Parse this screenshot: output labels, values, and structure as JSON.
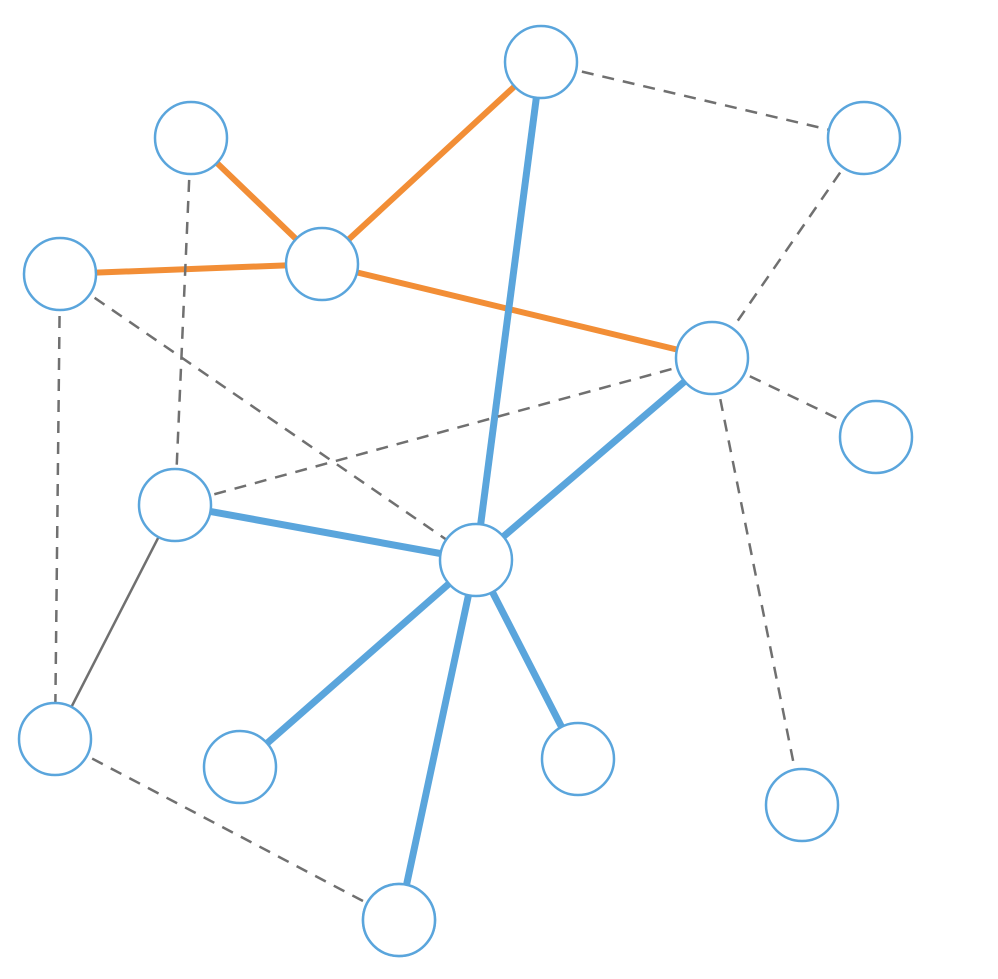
{
  "graph": {
    "colors": {
      "node_stroke": "#5aa5dc",
      "node_fill": "#ffffff",
      "orange_edge": "#f28e36",
      "blue_edge": "#5aa5dc",
      "gray_edge": "#707070"
    },
    "nodes": [
      {
        "id": "n1"
      },
      {
        "id": "n2"
      },
      {
        "id": "n3"
      },
      {
        "id": "n4"
      },
      {
        "id": "n5"
      },
      {
        "id": "n6"
      },
      {
        "id": "n7"
      },
      {
        "id": "n8"
      },
      {
        "id": "n9"
      },
      {
        "id": "n10"
      },
      {
        "id": "n11"
      },
      {
        "id": "n12"
      },
      {
        "id": "n13"
      },
      {
        "id": "n14"
      },
      {
        "id": "n15"
      }
    ],
    "edges": [
      {
        "from": "n2",
        "to": "n5",
        "style": "orange"
      },
      {
        "from": "n4",
        "to": "n5",
        "style": "orange"
      },
      {
        "from": "n5",
        "to": "n1",
        "style": "orange"
      },
      {
        "from": "n5",
        "to": "n6",
        "style": "orange"
      },
      {
        "from": "n1",
        "to": "n9",
        "style": "blue"
      },
      {
        "from": "n6",
        "to": "n9",
        "style": "blue"
      },
      {
        "from": "n8",
        "to": "n9",
        "style": "blue"
      },
      {
        "from": "n9",
        "to": "n11",
        "style": "blue"
      },
      {
        "from": "n9",
        "to": "n12",
        "style": "blue"
      },
      {
        "from": "n9",
        "to": "n15",
        "style": "blue"
      },
      {
        "from": "n8",
        "to": "n10",
        "style": "solid"
      },
      {
        "from": "n1",
        "to": "n3",
        "style": "dashed"
      },
      {
        "from": "n3",
        "to": "n6",
        "style": "dashed"
      },
      {
        "from": "n2",
        "to": "n8",
        "style": "dashed"
      },
      {
        "from": "n4",
        "to": "n10",
        "style": "dashed"
      },
      {
        "from": "n4",
        "to": "n9",
        "style": "dashed"
      },
      {
        "from": "n6",
        "to": "n8",
        "style": "dashed"
      },
      {
        "from": "n6",
        "to": "n7",
        "style": "dashed"
      },
      {
        "from": "n6",
        "to": "n13",
        "style": "dashed"
      },
      {
        "from": "n10",
        "to": "n15",
        "style": "dashed"
      }
    ]
  }
}
